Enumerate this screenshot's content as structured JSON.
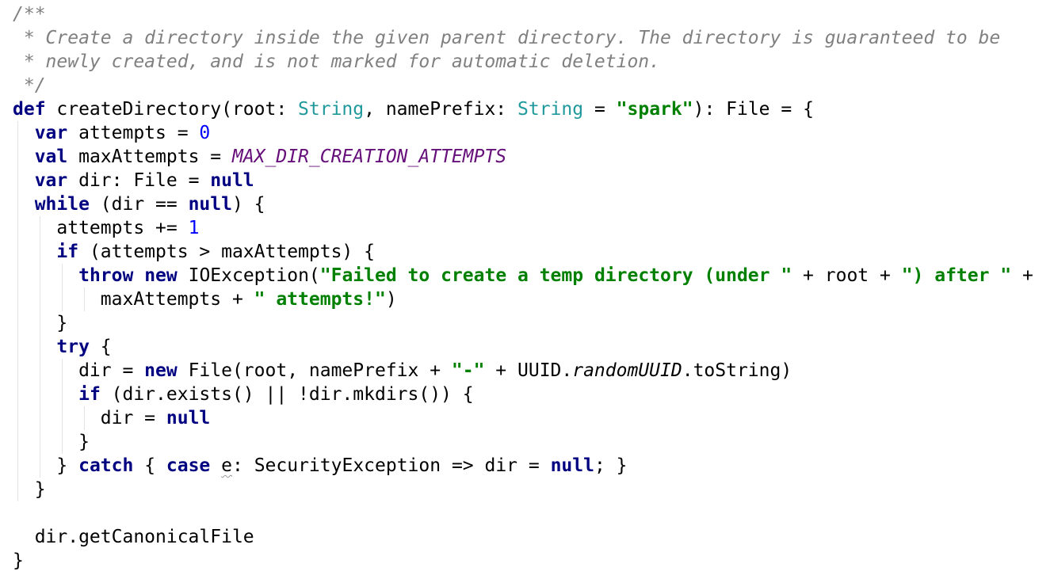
{
  "lines": [
    [
      {
        "t": "/**",
        "k": "cm"
      }
    ],
    [
      {
        "t": " * Create a directory inside the given parent directory. The directory is guaranteed to be",
        "k": "cm"
      }
    ],
    [
      {
        "t": " * newly created, and is not marked for automatic deletion.",
        "k": "cm"
      }
    ],
    [
      {
        "t": " */",
        "k": "cm"
      }
    ],
    [
      {
        "t": "def",
        "k": "kw"
      },
      {
        "t": " createDirectory(root: ",
        "k": ""
      },
      {
        "t": "String",
        "k": "ty"
      },
      {
        "t": ", namePrefix: ",
        "k": ""
      },
      {
        "t": "String",
        "k": "ty"
      },
      {
        "t": " = ",
        "k": ""
      },
      {
        "t": "\"spark\"",
        "k": "st"
      },
      {
        "t": "): File = {",
        "k": ""
      }
    ],
    [
      {
        "t": "  ",
        "k": ""
      },
      {
        "t": "var",
        "k": "kw"
      },
      {
        "t": " attempts = ",
        "k": ""
      },
      {
        "t": "0",
        "k": "nu"
      }
    ],
    [
      {
        "t": "  ",
        "k": ""
      },
      {
        "t": "val",
        "k": "kw"
      },
      {
        "t": " maxAttempts = ",
        "k": ""
      },
      {
        "t": "MAX_DIR_CREATION_ATTEMPTS",
        "k": "cn"
      }
    ],
    [
      {
        "t": "  ",
        "k": ""
      },
      {
        "t": "var",
        "k": "kw"
      },
      {
        "t": " dir: File = ",
        "k": ""
      },
      {
        "t": "null",
        "k": "kw"
      }
    ],
    [
      {
        "t": "  ",
        "k": ""
      },
      {
        "t": "while",
        "k": "kw"
      },
      {
        "t": " (dir == ",
        "k": ""
      },
      {
        "t": "null",
        "k": "kw"
      },
      {
        "t": ") {",
        "k": ""
      }
    ],
    [
      {
        "t": "    attempts += ",
        "k": ""
      },
      {
        "t": "1",
        "k": "nu"
      }
    ],
    [
      {
        "t": "    ",
        "k": ""
      },
      {
        "t": "if",
        "k": "kw"
      },
      {
        "t": " (attempts > maxAttempts) {",
        "k": ""
      }
    ],
    [
      {
        "t": "      ",
        "k": ""
      },
      {
        "t": "throw",
        "k": "kw"
      },
      {
        "t": " ",
        "k": ""
      },
      {
        "t": "new",
        "k": "kw"
      },
      {
        "t": " IOException(",
        "k": ""
      },
      {
        "t": "\"Failed to create a temp directory (under \"",
        "k": "st"
      },
      {
        "t": " + root + ",
        "k": ""
      },
      {
        "t": "\") after \"",
        "k": "st"
      },
      {
        "t": " +",
        "k": ""
      }
    ],
    [
      {
        "t": "        maxAttempts + ",
        "k": ""
      },
      {
        "t": "\" attempts!\"",
        "k": "st"
      },
      {
        "t": ")",
        "k": ""
      }
    ],
    [
      {
        "t": "    }",
        "k": ""
      }
    ],
    [
      {
        "t": "    ",
        "k": ""
      },
      {
        "t": "try",
        "k": "kw"
      },
      {
        "t": " {",
        "k": ""
      }
    ],
    [
      {
        "t": "      dir = ",
        "k": ""
      },
      {
        "t": "new",
        "k": "kw"
      },
      {
        "t": " File(root, namePrefix + ",
        "k": ""
      },
      {
        "t": "\"-\"",
        "k": "st"
      },
      {
        "t": " + UUID.",
        "k": ""
      },
      {
        "t": "randomUUID",
        "k": "it"
      },
      {
        "t": ".toString)",
        "k": ""
      }
    ],
    [
      {
        "t": "      ",
        "k": ""
      },
      {
        "t": "if",
        "k": "kw"
      },
      {
        "t": " (dir.exists() || !dir.mkdirs()) {",
        "k": ""
      }
    ],
    [
      {
        "t": "        dir = ",
        "k": ""
      },
      {
        "t": "null",
        "k": "kw"
      }
    ],
    [
      {
        "t": "      }",
        "k": ""
      }
    ],
    [
      {
        "t": "    } ",
        "k": ""
      },
      {
        "t": "catch",
        "k": "kw"
      },
      {
        "t": " { ",
        "k": ""
      },
      {
        "t": "case",
        "k": "kw"
      },
      {
        "t": " ",
        "k": ""
      },
      {
        "t": "e",
        "k": "wv"
      },
      {
        "t": ": SecurityException => dir = ",
        "k": ""
      },
      {
        "t": "null",
        "k": "kw"
      },
      {
        "t": "; }",
        "k": ""
      }
    ],
    [
      {
        "t": "  }",
        "k": ""
      }
    ],
    [
      {
        "t": "",
        "k": ""
      }
    ],
    [
      {
        "t": "  dir.getCanonicalFile",
        "k": ""
      }
    ],
    [
      {
        "t": "}",
        "k": ""
      }
    ]
  ]
}
